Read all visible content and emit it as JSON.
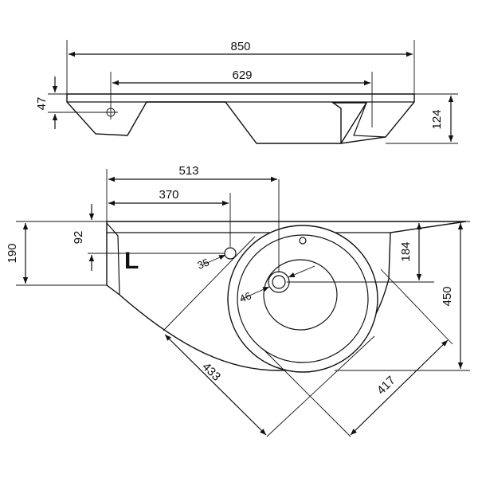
{
  "dimensions": {
    "side_overall_width": "850",
    "side_hole_spacing": "629",
    "side_thickness": "47",
    "side_height": "124",
    "top_faucet_offset": "513",
    "top_side_hole_offset": "370",
    "top_side_hole_depth": "92",
    "top_left_depth": "190",
    "top_basin_center_depth": "184",
    "top_overall_depth": "450",
    "side_hole_diameter": "35",
    "drain_diameter": "46",
    "diagonal_left": "433",
    "diagonal_right": "417"
  },
  "orientation_mark": "L"
}
